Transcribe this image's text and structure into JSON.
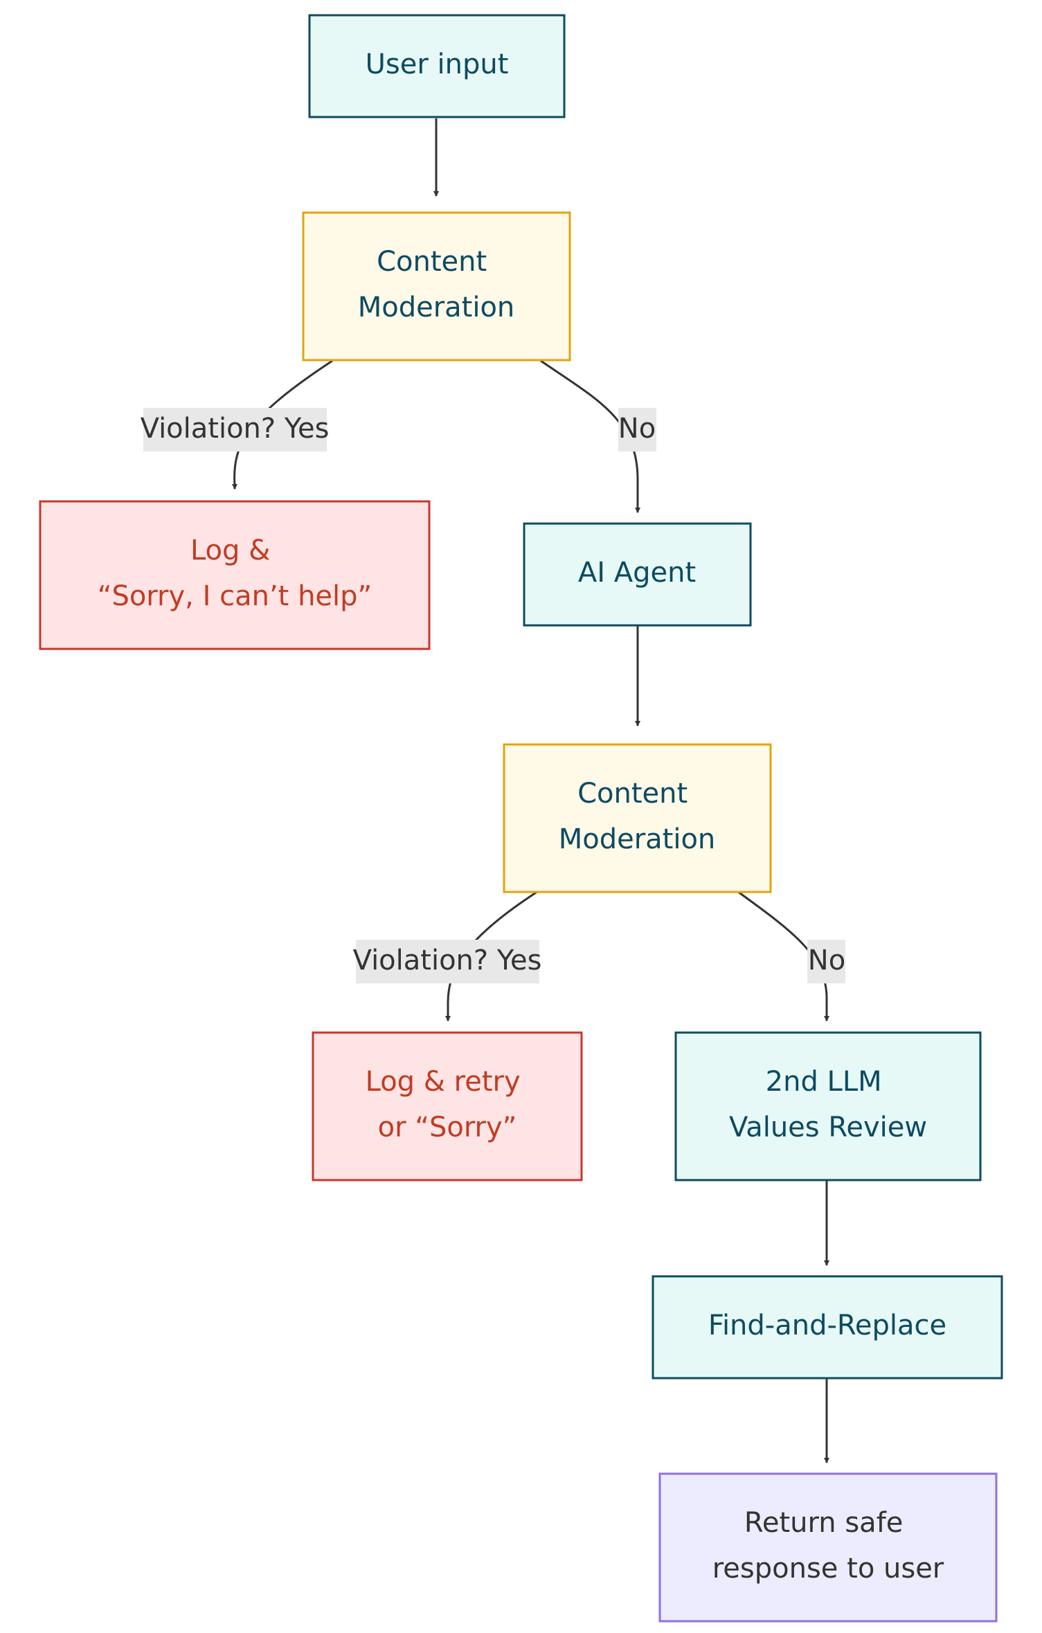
{
  "colors": {
    "process_fill": "#e6f9f7",
    "process_stroke": "#0f4c5c",
    "process_text": "#0d4a60",
    "moderation_fill": "#fff9e8",
    "moderation_stroke": "#e1a40e",
    "reject_fill": "#fee4e4",
    "reject_stroke": "#c9372c",
    "reject_text": "#c23b22",
    "output_fill": "#ececfe",
    "output_stroke": "#9370db",
    "output_text": "#333333",
    "edge": "#333333",
    "edge_label_bg": "#e8e8e8"
  },
  "nodes": {
    "user_input": {
      "lines": [
        "User input"
      ]
    },
    "moderation_1": {
      "lines": [
        "Content",
        "Moderation"
      ]
    },
    "reject_1": {
      "lines": [
        "Log &",
        "“Sorry, I can’t help”"
      ]
    },
    "ai_agent": {
      "lines": [
        "AI Agent"
      ]
    },
    "moderation_2": {
      "lines": [
        "Content",
        "Moderation"
      ]
    },
    "reject_2": {
      "lines": [
        "Log & retry",
        "or “Sorry”"
      ]
    },
    "values_review": {
      "lines": [
        "2nd LLM",
        "Values Review"
      ]
    },
    "find_replace": {
      "lines": [
        "Find-and-Replace"
      ]
    },
    "return_safe": {
      "lines": [
        "Return safe",
        "response to user"
      ]
    }
  },
  "edges": {
    "violation_1": {
      "label": "Violation? Yes"
    },
    "no_1": {
      "label": "No"
    },
    "violation_2": {
      "label": "Violation? Yes"
    },
    "no_2": {
      "label": "No"
    }
  }
}
